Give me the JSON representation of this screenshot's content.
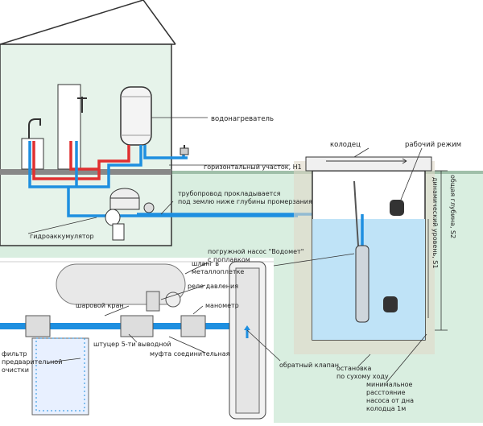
{
  "labels": {
    "water_heater": "водонагреватель",
    "well": "колодец",
    "work_mode": "рабочий режим",
    "horizontal": "горизонтальный участок,  Н1",
    "pipeline": "трубопровод прокладывается\nпод землю ниже глубины промерзания",
    "accumulator": "гидроаккумулятор",
    "pump": "погружной насос \"Водомет\"\nс поплавком",
    "hose": "шланг в\nметаллоплетке",
    "pressure_relay": "реле давления",
    "ball_valve": "шаровой кран",
    "manometer": "манометр",
    "fitting": "штуцер 5-ти выводной",
    "coupling": "муфта соединительная",
    "filter": "фильтр\nпредварительной\nочистки",
    "check_valve": "обратный клапан",
    "dry_stop": "остановка\nпо сухому ходу",
    "min_distance": "минимальное\nрасстояние\nнасоса от дна\nколодца 1м",
    "total_depth": "общая глубина, S2",
    "dynamic_level": "динамический уровень, S1"
  },
  "colors": {
    "hot_pipe": "#e03030",
    "cold_pipe": "#1e8fe0",
    "ground": "#d9eee0",
    "water": "#bfe3f7",
    "outline": "#333333"
  }
}
